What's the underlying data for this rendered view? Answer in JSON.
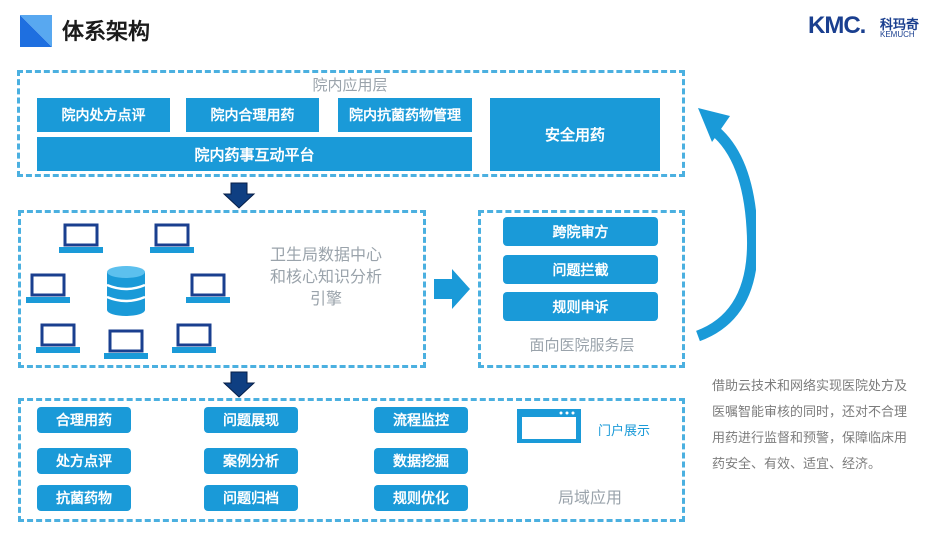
{
  "header": {
    "title": "体系架构",
    "logo_text": "KMC.",
    "logo_cn": "科玛奇",
    "logo_en": "KEMUCH"
  },
  "top_layer": {
    "label": "院内应用层",
    "items": [
      "院内处方点评",
      "院内合理用药",
      "院内抗菌药物管理"
    ],
    "platform": "院内药事互动平台",
    "safety": "安全用药"
  },
  "middle_layer": {
    "engine_label_line1": "卫生局数据中心",
    "engine_label_line2": "和核心知识分析",
    "engine_label_line3": "引擎"
  },
  "service_layer": {
    "label": "面向医院服务层",
    "items": [
      "跨院审方",
      "问题拦截",
      "规则申诉"
    ]
  },
  "bottom_layer": {
    "label": "局域应用",
    "portal": "门户展示",
    "col1": [
      "合理用药",
      "处方点评",
      "抗菌药物"
    ],
    "col2": [
      "问题展现",
      "案例分析",
      "问题归档"
    ],
    "col3": [
      "流程监控",
      "数据挖掘",
      "规则优化"
    ]
  },
  "description": "借助云技术和网络实现医院处方及医嘱智能审核的同时，还对不合理用药进行监督和预警，保障临床用药安全、有效、适宜、经济。",
  "colors": {
    "accent": "#1a9ad8",
    "dash": "#4bb0e0",
    "title_icon": "#1e6fe0"
  }
}
